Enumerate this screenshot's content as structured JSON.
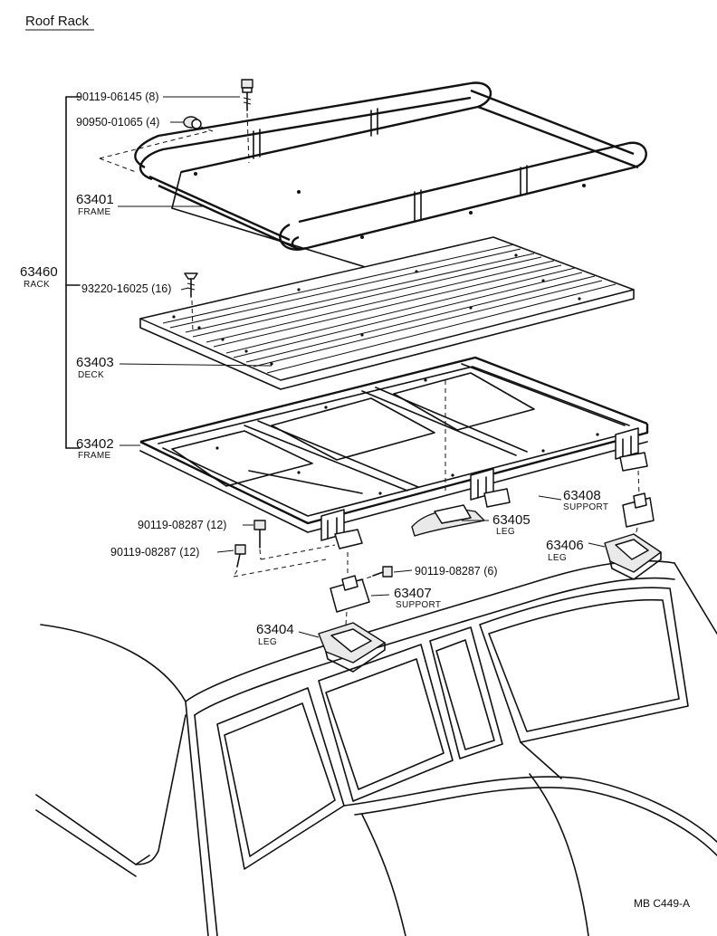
{
  "title": "Roof Rack",
  "reference": "MB  C449-A",
  "parts": {
    "p63460": {
      "number": "63460",
      "name": "RACK"
    },
    "p63401": {
      "number": "63401",
      "name": "FRAME"
    },
    "p63403": {
      "number": "63403",
      "name": "DECK"
    },
    "p63402": {
      "number": "63402",
      "name": "FRAME"
    },
    "p63405": {
      "number": "63405",
      "name": "LEG"
    },
    "p63408": {
      "number": "63408",
      "name": "SUPPORT"
    },
    "p63406": {
      "number": "63406",
      "name": "LEG"
    },
    "p63407": {
      "number": "63407",
      "name": "SUPPORT"
    },
    "p63404": {
      "number": "63404",
      "name": "LEG"
    }
  },
  "fasteners": {
    "f1": "90119-06145 (8)",
    "f2": "90950-01065 (4)",
    "f3": "93220-16025 (16)",
    "f4": "90119-08287 (12)",
    "f5": "90119-08287 (12)",
    "f6": "90119-08287 (6)"
  }
}
